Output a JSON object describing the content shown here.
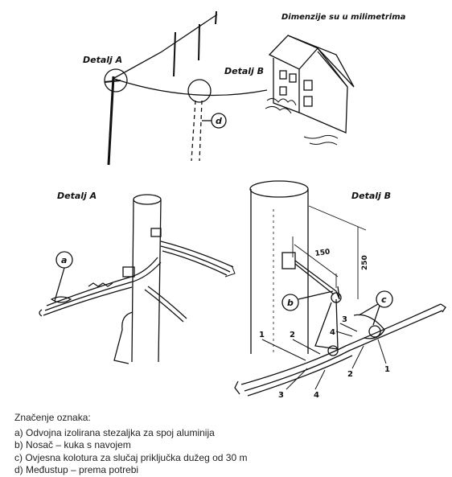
{
  "title": "Dimenzije su u milimetrima",
  "labels": {
    "detail_a_top": "Detalj A",
    "detail_b_top": "Detalj B",
    "marker_d": "d",
    "detail_a_heading": "Detalj A",
    "detail_b_heading": "Detalj B",
    "marker_a": "a",
    "marker_b": "b",
    "marker_c": "c",
    "dim_150": "150",
    "dim_250": "250",
    "n1_left": "1",
    "n2_left": "2",
    "n3_left": "3",
    "n4_left": "4",
    "n3_mid": "3",
    "n4_mid": "4",
    "n2_right": "2",
    "n1_right": "1"
  },
  "legend": {
    "heading": "Značenje oznaka:",
    "items": [
      "a) Odvojna izolirana stezaljka za spoj aluminija",
      "b) Nosač – kuka s navojem",
      "c) Ovjesna kolotura za slučaj priključka dužeg od 30 m",
      "d) Međustup – prema potrebi"
    ]
  },
  "colors": {
    "ink": "#111111",
    "paper": "#ffffff"
  }
}
